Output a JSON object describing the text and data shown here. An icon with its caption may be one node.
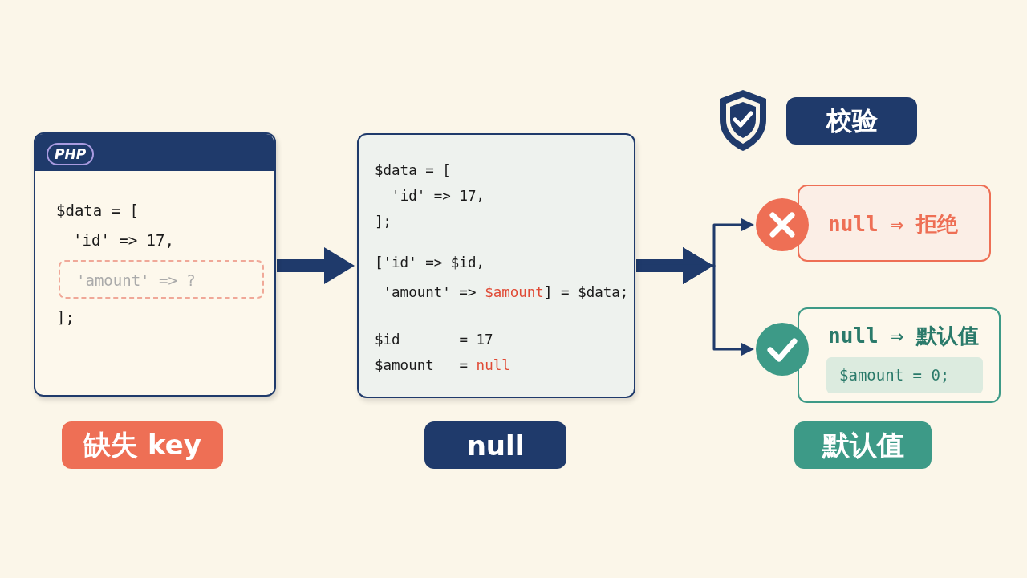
{
  "diagram": {
    "nodes": [
      {
        "text": [
          "PHP",
          "$data = [",
          "'id' => 17,",
          "];"
        ]
      },
      {
        "text": [
          "'amount' => ?"
        ],
        "in": 0
      },
      {
        "text": [
          "$data = [",
          "'id' => 17,",
          "];",
          "['id' => $id,",
          "'amount' =>",
          "$amount",
          "] = $data;",
          "$id",
          "= 17",
          "$amount",
          "=",
          "null"
        ]
      },
      {
        "text": [
          "校验"
        ]
      },
      {
        "text": [],
        "shape": "circle"
      },
      {
        "text": [
          "null ⇒ 拒绝"
        ]
      },
      {
        "text": [],
        "shape": "circle"
      },
      {
        "text": [
          "null ⇒ 默认值"
        ]
      },
      {
        "text": [
          "$amount = 0;"
        ],
        "in": 7
      },
      {
        "text": [
          "缺失 key"
        ]
      },
      {
        "text": [
          "null"
        ]
      },
      {
        "text": [
          "默认值"
        ]
      }
    ],
    "edges": [
      {
        "from": 0,
        "to": 2,
        "arrow": "to",
        "style": "thick"
      },
      {
        "from": 2,
        "to": 4,
        "arrow": "to"
      },
      {
        "from": 2,
        "to": 6,
        "arrow": "to"
      }
    ]
  }
}
